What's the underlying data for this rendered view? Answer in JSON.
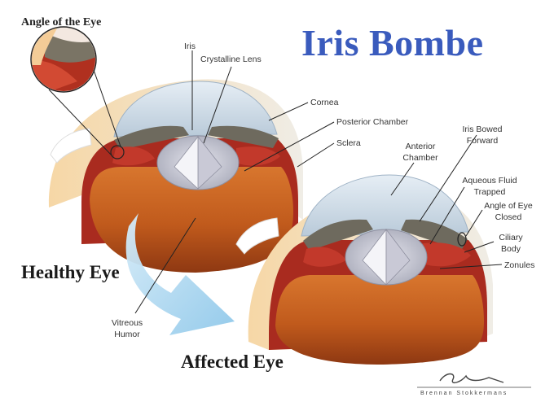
{
  "title": "Iris Bombe",
  "inset_title": "Angle of the Eye",
  "captions": {
    "healthy": "Healthy Eye",
    "affected": "Affected Eye"
  },
  "labels": {
    "iris": "Iris",
    "crystalline_lens": "Crystalline Lens",
    "cornea": "Cornea",
    "posterior_chamber": "Posterior Chamber",
    "sclera": "Sclera",
    "anterior_chamber_1": "Anterior",
    "anterior_chamber_2": "Chamber",
    "iris_bowed_1": "Iris Bowed",
    "iris_bowed_2": "Forward",
    "aqueous_1": "Aqueous Fluid",
    "aqueous_2": "Trapped",
    "angle_closed_1": "Angle of Eye",
    "angle_closed_2": "Closed",
    "ciliary_1": "Ciliary",
    "ciliary_2": "Body",
    "zonules": "Zonules",
    "vitreous_1": "Vitreous",
    "vitreous_2": "Humor"
  },
  "signature": "Brennan Stokkermans",
  "colors": {
    "title": "#3a5bbd",
    "vitreous": "#c8601f",
    "iris": "#6e6a5e",
    "ciliary": "#b32a22",
    "cornea": "#c9d7e3",
    "sclera": "#f1ece2",
    "arrow": "#a9d6ef"
  }
}
